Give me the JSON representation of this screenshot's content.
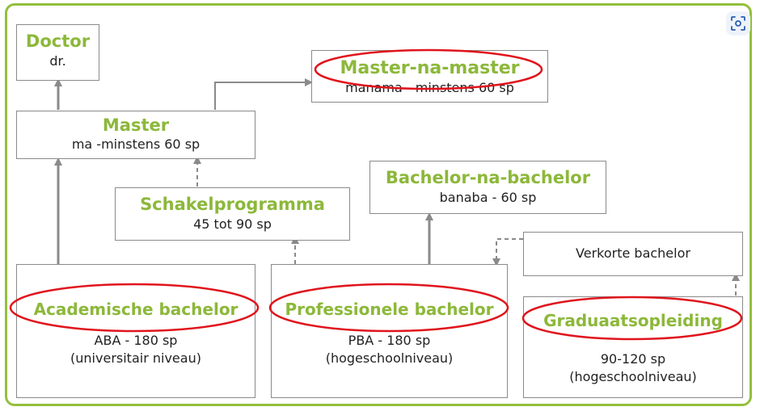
{
  "nodes": {
    "doctor": {
      "title": "Doctor",
      "sub": "dr."
    },
    "master": {
      "title": "Master",
      "sub": "ma -minstens 60 sp"
    },
    "manama": {
      "title": "Master-na-master",
      "sub": "manama - minstens 60 sp"
    },
    "schakel": {
      "title": "Schakelprogramma",
      "sub": "45 tot 90 sp"
    },
    "banaba": {
      "title": "Bachelor-na-bachelor",
      "sub": "banaba - 60 sp"
    },
    "verkorte": {
      "sub": "Verkorte bachelor"
    },
    "aba": {
      "title": "Academische bachelor",
      "sub1": "ABA - 180 sp",
      "sub2": "(universitair niveau)"
    },
    "pba": {
      "title": "Professionele bachelor",
      "sub1": "PBA - 180 sp",
      "sub2": "(hogeschoolniveau)"
    },
    "graduaat": {
      "title": "Graduaatsopleiding",
      "sub1": "90-120 sp",
      "sub2": "(hogeschoolniveau)"
    }
  },
  "colors": {
    "accent": "#8cb83a",
    "frame": "#93bf3c",
    "highlight": "#e0141c",
    "connector": "#8a8a8a"
  },
  "icons": {
    "lens": "visual-search-icon"
  }
}
